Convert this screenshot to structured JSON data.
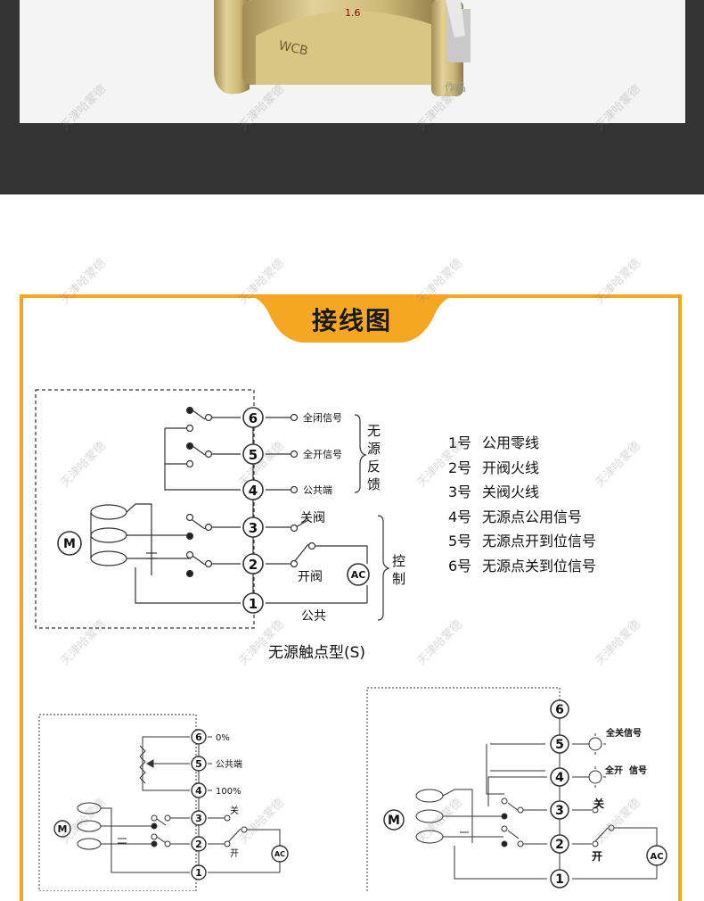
{
  "header": {
    "title": "接线图"
  },
  "product_photo": {
    "body_marks": [
      "1.6",
      "WCB"
    ],
    "overlay_text": "作品"
  },
  "watermark": "天津哈蒙德",
  "diagram_s": {
    "caption": "无源触点型(S)",
    "terminals": [
      "6",
      "5",
      "4",
      "3",
      "2",
      "1"
    ],
    "feedback_labels": [
      "全闭信号",
      "全开信号",
      "公共端"
    ],
    "feedback_group": "无源反馈",
    "control_labels": [
      "关阀",
      "开阀",
      "公共"
    ],
    "control_group": "控制",
    "motor": "M",
    "ac": "AC"
  },
  "legend": [
    {
      "num": "1号",
      "text": "公用零线"
    },
    {
      "num": "2号",
      "text": "开阀火线"
    },
    {
      "num": "3号",
      "text": "关阀火线"
    },
    {
      "num": "4号",
      "text": "无源点公用信号"
    },
    {
      "num": "5号",
      "text": "无源点开到位信号"
    },
    {
      "num": "6号",
      "text": "无源点关到位信号"
    }
  ],
  "diagram_pot": {
    "terminals": [
      "6",
      "5",
      "4",
      "3",
      "2",
      "1"
    ],
    "labels": [
      "0%",
      "公共端",
      "100%",
      "关",
      "开"
    ],
    "motor": "M",
    "ac": "AC"
  },
  "diagram_lamp": {
    "terminals": [
      "6",
      "5",
      "4",
      "3",
      "2",
      "1"
    ],
    "labels": [
      "全关信号",
      "全开",
      "信号",
      "关",
      "开"
    ],
    "motor": "M",
    "ac": "AC"
  }
}
